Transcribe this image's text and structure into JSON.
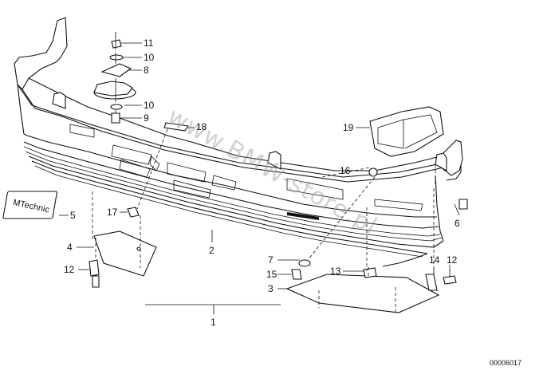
{
  "diagram": {
    "callouts": [
      "11",
      "10",
      "8",
      "10",
      "9",
      "18",
      "19",
      "16",
      "5",
      "17",
      "6",
      "2",
      "4",
      "7",
      "12",
      "15",
      "13",
      "14",
      "12",
      "3",
      "1"
    ],
    "emblem_text": "MTechnic",
    "watermark": "www.BMW-store.pl",
    "image_code": "00006017"
  }
}
